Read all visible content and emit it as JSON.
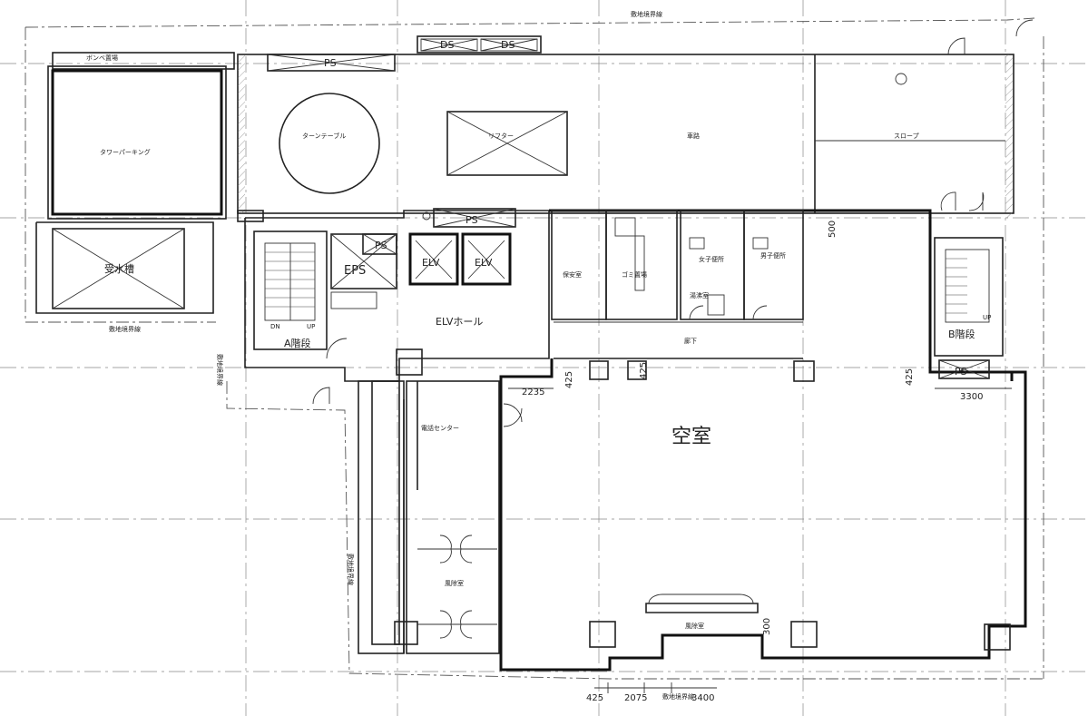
{
  "rooms": {
    "cylinder_storage": "ボンベ置場",
    "tower_parking": "タワーパーキング",
    "water_tank": "受水槽",
    "turntable": "ターンテーブル",
    "lifter": "リフター",
    "parking": "車路",
    "slope": "スロープ",
    "ps_top_1": "DS",
    "ps_top_2": "DS",
    "ps_top_main": "PS",
    "ps_mid": "PS",
    "ps_small": "PS",
    "eps": "EPS",
    "elv_1": "ELV",
    "elv_2": "ELV",
    "elv_hall": "ELVホール",
    "stair_a": "A階段",
    "stair_a_dn": "DN",
    "stair_a_up": "UP",
    "guard_room": "保安室",
    "garbage": "ゴミ置場",
    "urinal_1": "女子便所",
    "urinal_2": "男子便所",
    "cleaning": "湯沸室",
    "corridor": "廊下",
    "stair_b": "B階段",
    "stair_b_up": "UP",
    "ps_b": "PS",
    "telecom_center": "電話センター",
    "wind_room_1": "風除室",
    "wind_room_2": "風除室",
    "vacant": "空室",
    "site_boundary_top": "敷地境界線",
    "site_boundary_left": "敷地境界線",
    "site_boundary_bottom": "敷地境界線",
    "site_boundary_lower_left": "敷地境界線",
    "site_boundary_left2": "敷地境界線"
  },
  "dimensions": {
    "d_2235": "2235",
    "d_425_a": "425",
    "d_425_b": "425",
    "d_425_c": "425",
    "d_500": "500",
    "d_3300": "3300",
    "d_300": "300",
    "d_425_bottom": "425",
    "d_2075": "2075",
    "d_3400": "3400"
  }
}
